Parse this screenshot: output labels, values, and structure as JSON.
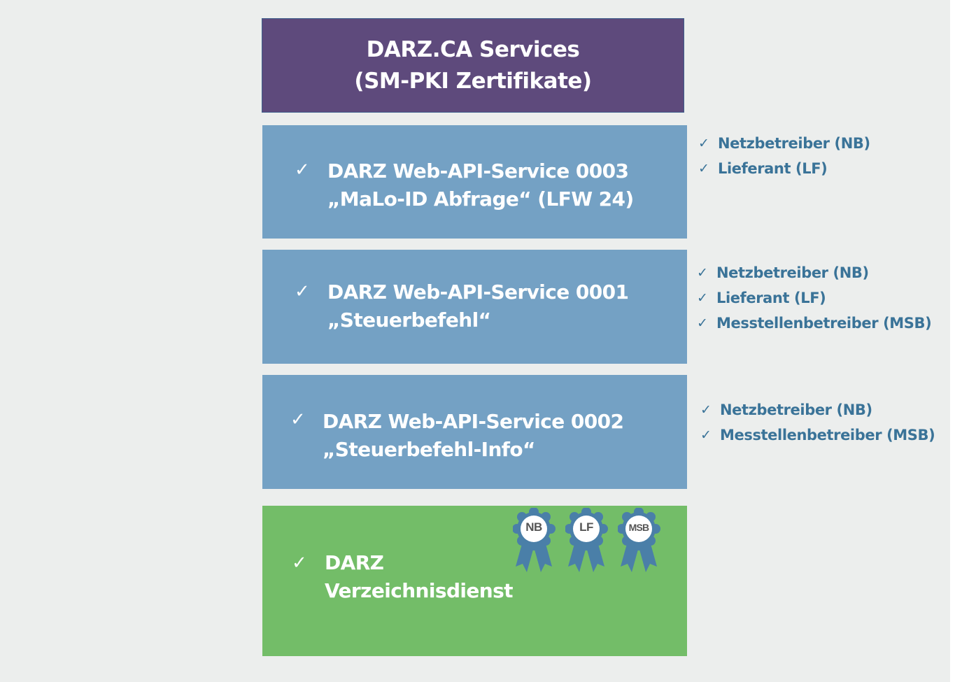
{
  "colors": {
    "background": "#eceeed",
    "header": "#5e4a7c",
    "service": "#74a1c4",
    "directory": "#73bd68",
    "role_text": "#3a7398",
    "badge": "#4a7fa8"
  },
  "header": {
    "line1": "DARZ.CA Services",
    "line2": "(SM-PKI Zertifikate)"
  },
  "services": [
    {
      "check_icon": "check-icon",
      "line1": "DARZ Web-API-Service 0003",
      "line2": "„MaLo-ID Abfrage“ (LFW 24)",
      "roles": [
        "Netzbetreiber (NB)",
        "Lieferant (LF)"
      ]
    },
    {
      "check_icon": "check-icon",
      "line1": "DARZ Web-API-Service 0001",
      "line2": "„Steuerbefehl“",
      "roles": [
        "Netzbetreiber (NB)",
        "Lieferant (LF)",
        "Messtellenbetreiber (MSB)"
      ]
    },
    {
      "check_icon": "check-icon",
      "line1": "DARZ Web-API-Service 0002",
      "line2": "„Steuerbefehl-Info“",
      "roles": [
        "Netzbetreiber (NB)",
        "Messtellenbetreiber (MSB)"
      ]
    }
  ],
  "directory": {
    "line1": "DARZ",
    "line2": "Verzeichnisdienst",
    "badges": [
      "NB",
      "LF",
      "MSB"
    ]
  },
  "check_symbol": "✓"
}
